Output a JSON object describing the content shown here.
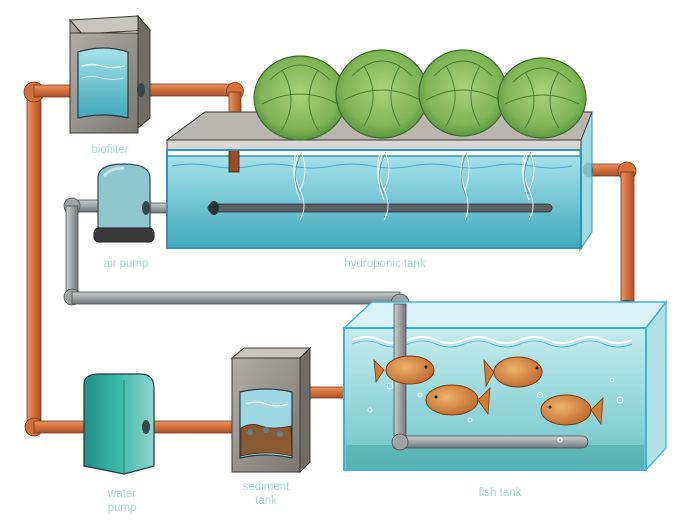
{
  "diagram": {
    "type": "aquaponics system illustration",
    "components": [
      {
        "id": "biofilter",
        "label": "biofilter"
      },
      {
        "id": "hydroponic-tank",
        "label": "hydroponic tank"
      },
      {
        "id": "air-pump",
        "label": "air pump"
      },
      {
        "id": "fish-tank",
        "label": "fish tank"
      },
      {
        "id": "sediment-tank",
        "label": "sediment tank"
      },
      {
        "id": "water-pump",
        "label": "water pump"
      }
    ],
    "flows": [
      {
        "from": "fish-tank",
        "to": "sediment-tank",
        "pipe": "copper"
      },
      {
        "from": "sediment-tank",
        "to": "water-pump",
        "pipe": "copper"
      },
      {
        "from": "water-pump",
        "to": "biofilter",
        "pipe": "copper"
      },
      {
        "from": "biofilter",
        "to": "hydroponic-tank",
        "pipe": "copper"
      },
      {
        "from": "hydroponic-tank",
        "to": "fish-tank",
        "pipe": "copper"
      },
      {
        "from": "air-pump",
        "to": "hydroponic-tank",
        "pipe": "gray air line"
      },
      {
        "from": "air-pump",
        "to": "fish-tank",
        "pipe": "gray air line"
      }
    ],
    "counts": {
      "lettuce_heads": 4,
      "fish": 4
    }
  },
  "labels": {
    "biofilter": "biofilter",
    "air_pump": "air pump",
    "hydroponic_tank": "hydroponic tank",
    "water_pump_line1": "water",
    "water_pump_line2": "pump",
    "sediment_tank_line1": "sediment",
    "sediment_tank_line2": "tank",
    "fish_tank": "fish tank"
  },
  "colors": {
    "label_text": "#a9d8d2",
    "copper_pipe": "#d2703a",
    "air_pipe": "#9ea3a6",
    "water": "#7fd0dd",
    "tank_outline": "#4fb6d6",
    "lettuce": "#8cbf5e",
    "fish": "#d8893a",
    "concrete": "#8f8c88",
    "pump_teal": "#2fa89a"
  }
}
